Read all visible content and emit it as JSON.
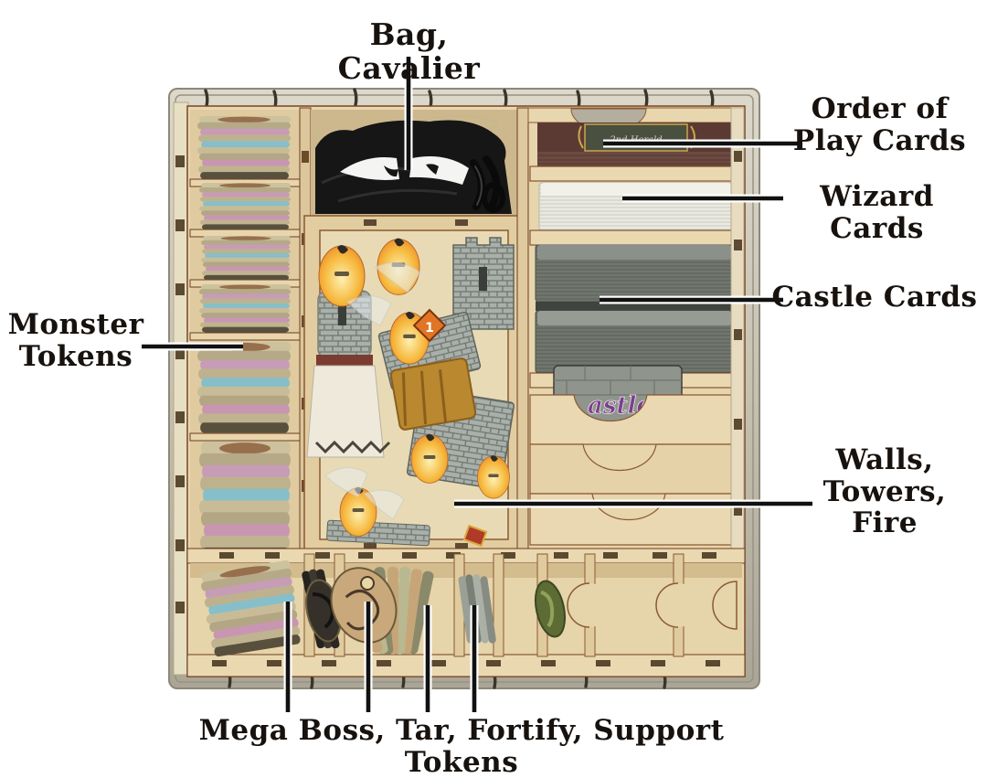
{
  "figure": {
    "kind": "annotated-photo",
    "subject": "wooden board game box organizer insert with labeled compartments"
  },
  "callouts": {
    "bag": {
      "label": "Bag, Cavalier"
    },
    "order_of_play": {
      "line1": "Order of",
      "line2": "Play Cards"
    },
    "wizard": {
      "label": "Wizard Cards"
    },
    "castle": {
      "label": "Castle Cards"
    },
    "monster": {
      "line1": "Monster",
      "line2": "Tokens"
    },
    "walls": {
      "line1": "Walls,",
      "line2": "Towers,",
      "line3": "Fire"
    },
    "mega": {
      "label": "Mega Boss, Tar, Fortify, Support Tokens"
    }
  },
  "photo_text": {
    "order_card_text": "2nd Herald",
    "castle_card_text": "astle"
  },
  "colors": {
    "background": "#ffffff",
    "label_text": "#17120e",
    "callout_line": "#111111",
    "box_stone": "#c6c1b1",
    "wood_light": "#ecdcb6",
    "wood_edge": "#6e3c1f",
    "bag_black": "#161616",
    "bag_eyes": "#f4f4f2",
    "order_cards": "#5c3a34",
    "wizard_cards": "#eae9e1",
    "castle_cards": "#71766f",
    "castle_card_title": "#7b3d92",
    "token_khaki": "#b9ae8c",
    "flame_orange": "#ef8f2e",
    "support_green": "#5c6c34"
  }
}
